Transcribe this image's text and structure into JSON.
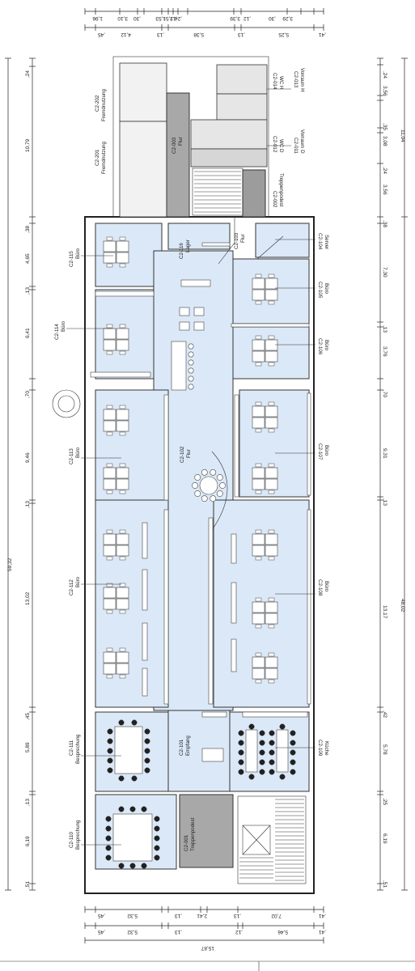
{
  "dims": {
    "top_row1": [
      "1,96",
      "3,10",
      ",30",
      "1,53",
      ",12",
      "1,51",
      ",24",
      "3,39",
      ",12",
      "3,29",
      ",30"
    ],
    "top_row2": [
      ",45",
      "4,12",
      ",13",
      "5,38",
      ",13",
      "5,25",
      ",41"
    ],
    "bottom_row1": [
      ",45",
      "5,32",
      ",13",
      "2,41",
      ",13",
      "7,02",
      ",41"
    ],
    "bottom_row2": [
      ",45",
      "5,32",
      ",13",
      "5,46",
      ",12",
      ",41"
    ],
    "bottom_total": "15,87",
    "left_col": [
      ",24",
      "10,79",
      ",38",
      "4,65",
      ",13",
      "6,41",
      ",70",
      "9,46",
      ",13",
      "13,02",
      ",45",
      "5,89",
      ",13",
      "6,19",
      ",51"
    ],
    "left_total": "59,32",
    "right_col1": [
      ",24",
      "3,56",
      ",35",
      "3,08",
      ",24",
      "3,56",
      ",38",
      "7,30",
      ",13",
      "3,76",
      ",70",
      "9,31",
      ",13",
      "13,17",
      ",42",
      "5,78",
      ",25",
      "6,19",
      ",51"
    ],
    "right_col2": "11,04",
    "right_total": "48,02"
  },
  "rooms": {
    "r202": {
      "num": "C2-202",
      "name": "Fremdnutzung"
    },
    "r201": {
      "num": "C2-201",
      "name": "Fremdnutzung"
    },
    "r003": {
      "num": "C2-003",
      "name": "Flur"
    },
    "r014": {
      "num": "C2-014",
      "name": "WC H"
    },
    "r013": {
      "num": "C2-013",
      "name": "Vorraum H"
    },
    "r012": {
      "num": "C2-012",
      "name": "WC D"
    },
    "r011": {
      "num": "C2-011",
      "name": "Vorraum D"
    },
    "r002": {
      "num": "C2-002",
      "name": "Treppenpodest"
    },
    "r116": {
      "num": "C2-116",
      "name": "Lager"
    },
    "r103": {
      "num": "C2-103",
      "name": "Flur"
    },
    "r104": {
      "num": "C2-104",
      "name": "Server"
    },
    "r115": {
      "num": "C2-115",
      "name": "Büro"
    },
    "r105": {
      "num": "C2-105",
      "name": "Büro"
    },
    "r114": {
      "num": "C2-114",
      "name": "Büro"
    },
    "r106": {
      "num": "C2-106",
      "name": "Büro"
    },
    "r113": {
      "num": "C2-113",
      "name": "Büro"
    },
    "r102": {
      "num": "C2-102",
      "name": "Flur"
    },
    "r107": {
      "num": "C2-107",
      "name": "Büro"
    },
    "r112": {
      "num": "C2-112",
      "name": "Büro"
    },
    "r108": {
      "num": "C2-108",
      "name": "Büro"
    },
    "r111": {
      "num": "C2-111",
      "name": "Besprechung"
    },
    "r101": {
      "num": "C2-101",
      "name": "Empfang"
    },
    "r109": {
      "num": "C2-109",
      "name": "Küche"
    },
    "r110": {
      "num": "C2-110",
      "name": "Besprechung"
    },
    "r001": {
      "num": "C2-001",
      "name": "Treppenpodest"
    }
  }
}
